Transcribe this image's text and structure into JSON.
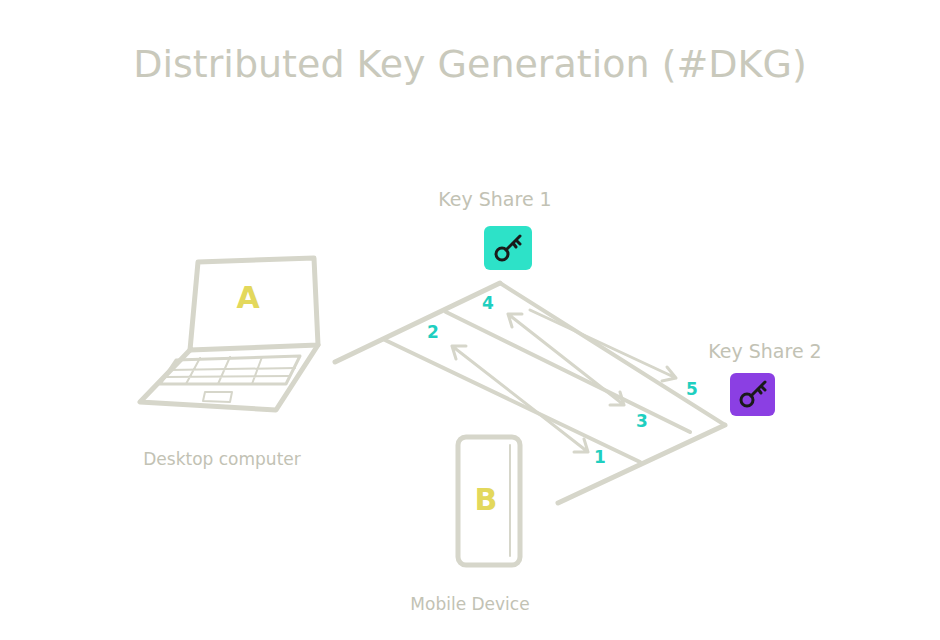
{
  "diagram": {
    "title": "Distributed Key Generation (#DKG)",
    "nodes": [
      {
        "text": [
          "Key Share 1"
        ]
      },
      {
        "text": [
          "A",
          "Desktop computer"
        ]
      },
      {
        "text": [
          "Key Share 2"
        ]
      },
      {
        "text": [
          "B",
          "Mobile Device"
        ]
      }
    ],
    "labels": [
      "1",
      "2",
      "3",
      "4",
      "5"
    ]
  }
}
